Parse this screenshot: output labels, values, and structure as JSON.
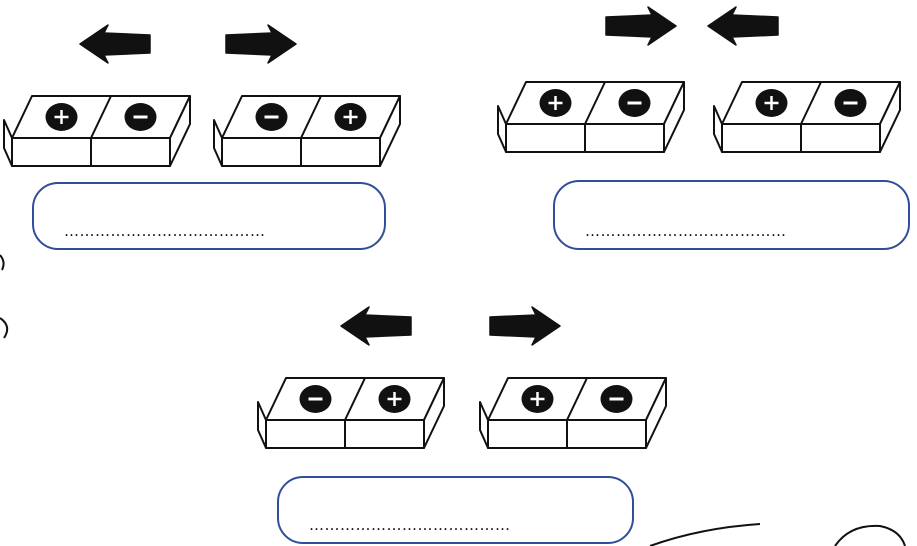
{
  "ink_color": "#111111",
  "box_border_color": "#2f4f9a",
  "exercises": [
    {
      "arrows": [
        "arrow-left-icon",
        "arrow-right-icon"
      ],
      "magnets": [
        [
          "plus",
          "minus"
        ],
        [
          "minus",
          "plus"
        ]
      ],
      "answer_placeholder": "…………………………………"
    },
    {
      "arrows": [
        "arrow-right-icon",
        "arrow-left-icon"
      ],
      "magnets": [
        [
          "plus",
          "minus"
        ],
        [
          "plus",
          "minus"
        ]
      ],
      "answer_placeholder": "…………………………………"
    },
    {
      "arrows": [
        "arrow-left-icon",
        "arrow-right-icon"
      ],
      "magnets": [
        [
          "minus",
          "plus"
        ],
        [
          "plus",
          "minus"
        ]
      ],
      "answer_placeholder": "…………………………………"
    }
  ]
}
